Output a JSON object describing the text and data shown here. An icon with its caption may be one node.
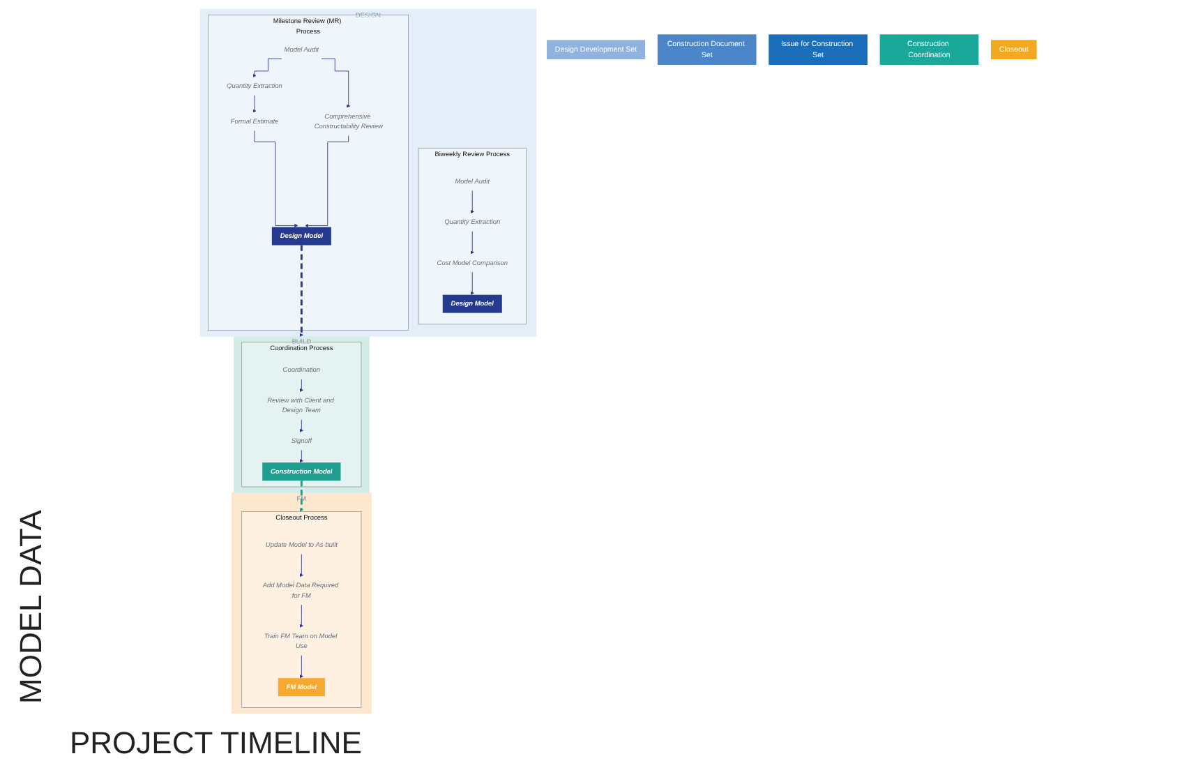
{
  "diagram": {
    "nodes": [
      {
        "text": [
          "DESIGN"
        ]
      },
      {
        "text": [
          "Biweekly Review Process"
        ],
        "in": 0
      },
      {
        "text": [
          "Model Audit"
        ],
        "in": 1
      },
      {
        "text": [
          "Quantity Extraction"
        ],
        "in": 1
      },
      {
        "text": [
          "Cost Model Comparison"
        ],
        "in": 1
      },
      {
        "text": [
          "Design Model"
        ],
        "in": 1
      },
      {
        "text": [
          "Milestone Review (MR) Process"
        ],
        "in": 0
      },
      {
        "text": [
          "Model Audit"
        ],
        "in": 6
      },
      {
        "text": [
          "Quantity Extraction"
        ],
        "in": 6
      },
      {
        "text": [
          "Comprehensive Constructability Review"
        ],
        "in": 6
      },
      {
        "text": [
          "Formal Estimate"
        ],
        "in": 6
      },
      {
        "text": [
          "Design Model"
        ],
        "in": 6
      },
      {
        "text": [
          "BUILD"
        ]
      },
      {
        "text": [
          "Coordination Process"
        ],
        "in": 12
      },
      {
        "text": [
          "Coordination"
        ],
        "in": 13
      },
      {
        "text": [
          "Review with Client and Design Team"
        ],
        "in": 13
      },
      {
        "text": [
          "Signoff"
        ],
        "in": 13
      },
      {
        "text": [
          "Construction Model"
        ],
        "in": 13
      },
      {
        "text": [
          "FM"
        ]
      },
      {
        "text": [
          "Closeout Process"
        ],
        "in": 18
      },
      {
        "text": [
          "Update Model to As-built"
        ],
        "in": 19
      },
      {
        "text": [
          "Add Model Data Required for FM"
        ],
        "in": 19
      },
      {
        "text": [
          "Train FM Team on Model Use"
        ],
        "in": 19
      },
      {
        "text": [
          "FM Model"
        ],
        "in": 19
      },
      {
        "text": [
          "Design Development Set"
        ]
      },
      {
        "text": [
          "Construction Document Set"
        ]
      },
      {
        "text": [
          "Issue for Construction Set"
        ]
      },
      {
        "text": [
          "Construction Coordination"
        ]
      },
      {
        "text": [
          "Closeout"
        ]
      }
    ],
    "edges": [
      {
        "from": 2,
        "to": 3,
        "arrow": "to"
      },
      {
        "from": 3,
        "to": 4,
        "arrow": "to"
      },
      {
        "from": 4,
        "to": 5,
        "arrow": "to"
      },
      {
        "from": 7,
        "to": 8,
        "arrow": "to"
      },
      {
        "from": 7,
        "to": 9,
        "arrow": "to"
      },
      {
        "from": 8,
        "to": 10,
        "arrow": "to"
      },
      {
        "from": 10,
        "to": 11,
        "arrow": "to"
      },
      {
        "from": 9,
        "to": 11,
        "arrow": "to"
      },
      {
        "from": 11,
        "to": 13,
        "arrow": "to",
        "style": "dashed",
        "color": "#2b3990"
      },
      {
        "from": 14,
        "to": 15,
        "arrow": "to"
      },
      {
        "from": 15,
        "to": 16,
        "arrow": "to"
      },
      {
        "from": 16,
        "to": 17,
        "arrow": "to"
      },
      {
        "from": 17,
        "to": 19,
        "arrow": "to",
        "style": "dashed",
        "color": "#1ba394"
      },
      {
        "from": 20,
        "to": 21,
        "arrow": "to"
      },
      {
        "from": 21,
        "to": 22,
        "arrow": "to"
      },
      {
        "from": 22,
        "to": 23,
        "arrow": "to"
      }
    ],
    "labels": [
      "MODEL DATA",
      "PROJECT TIMELINE"
    ]
  }
}
